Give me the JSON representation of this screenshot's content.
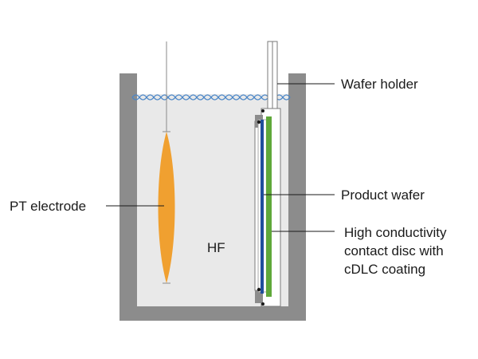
{
  "diagram": {
    "labels": {
      "wafer_holder": "Wafer holder",
      "product_wafer": "Product wafer",
      "pt_electrode": "PT electrode",
      "hf": "HF",
      "contact_disc_line1": "High conductivity",
      "contact_disc_line2": "contact disc with",
      "contact_disc_line3": "cDLC coating"
    },
    "colors": {
      "vessel_wall": "#8c8c8c",
      "liquid": "#e9e9e9",
      "liquid_surface_wave": "#4a86c8",
      "electrode": "#f0a030",
      "electrode_wire": "#8a8a8a",
      "wafer_blue": "#1f4e9c",
      "contact_disc_green": "#5fa83a",
      "holder_body": "#ffffff",
      "holder_outline": "#7a7a7a",
      "leader_line": "#1a1a1a"
    }
  }
}
